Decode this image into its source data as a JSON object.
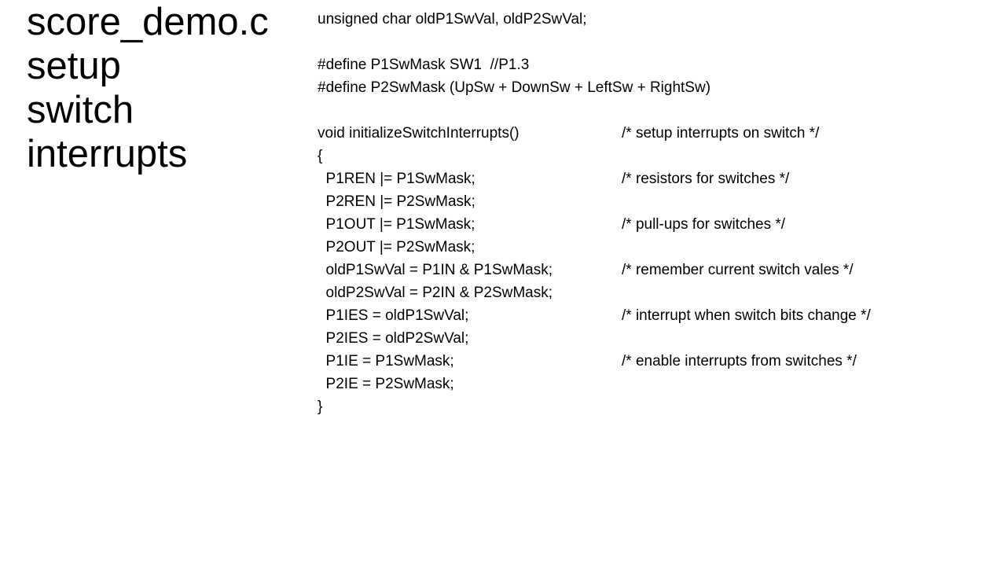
{
  "slide": {
    "title_lines": [
      "score_demo.c",
      "setup",
      "switch",
      "interrupts"
    ]
  },
  "code": {
    "lines": [
      {
        "text": "unsigned char oldP1SwVal, oldP2SwVal;",
        "comment": ""
      },
      {
        "text": "",
        "comment": ""
      },
      {
        "text": "#define P1SwMask SW1  //P1.3",
        "comment": ""
      },
      {
        "text": "#define P2SwMask (UpSw + DownSw + LeftSw + RightSw)",
        "comment": ""
      },
      {
        "text": "",
        "comment": ""
      },
      {
        "text": "void initializeSwitchInterrupts()",
        "comment": "/* setup interrupts on switch */"
      },
      {
        "text": "{",
        "comment": ""
      },
      {
        "text": "  P1REN |= P1SwMask;",
        "comment": "/* resistors for switches */"
      },
      {
        "text": "  P2REN |= P2SwMask;",
        "comment": ""
      },
      {
        "text": "  P1OUT |= P1SwMask;",
        "comment": "/* pull-ups for switches */"
      },
      {
        "text": "  P2OUT |= P2SwMask;",
        "comment": ""
      },
      {
        "text": "  oldP1SwVal = P1IN & P1SwMask;",
        "comment": "/* remember current switch vales */"
      },
      {
        "text": "  oldP2SwVal = P2IN & P2SwMask;",
        "comment": ""
      },
      {
        "text": "  P1IES = oldP1SwVal;",
        "comment": "/* interrupt when switch bits change */"
      },
      {
        "text": "  P2IES = oldP2SwVal;",
        "comment": ""
      },
      {
        "text": "  P1IE = P1SwMask;",
        "comment": "/* enable interrupts from switches */"
      },
      {
        "text": "  P2IE = P2SwMask;",
        "comment": ""
      },
      {
        "text": "}",
        "comment": ""
      }
    ]
  }
}
